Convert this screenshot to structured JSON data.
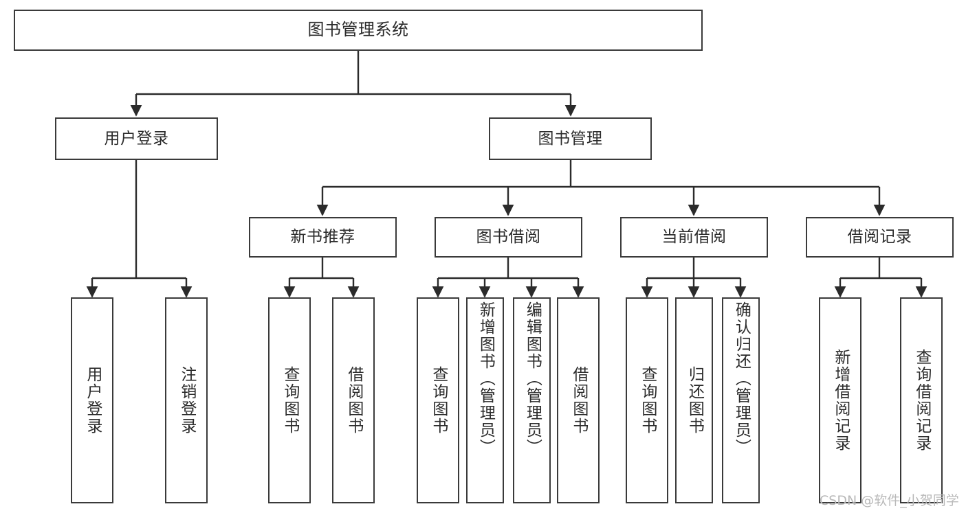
{
  "diagram": {
    "title": "图书管理系统",
    "type": "tree-hierarchy",
    "colors": {
      "box_border": "#3a3a3a",
      "box_fill": "#ffffff",
      "edge": "#2b2b2b",
      "text": "#2b2b2b",
      "watermark": "#b9b9b9",
      "background": "#ffffff"
    }
  },
  "nodes": {
    "root": {
      "label": "图书管理系统"
    },
    "level2": [
      {
        "id": "user-login",
        "label": "用户登录"
      },
      {
        "id": "book-manage",
        "label": "图书管理"
      }
    ],
    "level3": [
      {
        "id": "new-book-rec",
        "label": "新书推荐"
      },
      {
        "id": "book-borrow",
        "label": "图书借阅"
      },
      {
        "id": "current-borrow",
        "label": "当前借阅"
      },
      {
        "id": "borrow-record",
        "label": "借阅记录"
      }
    ],
    "leaves": [
      {
        "id": "leaf-user-login",
        "parent": "user-login",
        "label": "用户登录"
      },
      {
        "id": "leaf-logout",
        "parent": "user-login",
        "label": "注销登录"
      },
      {
        "id": "leaf-query-book-1",
        "parent": "new-book-rec",
        "label": "查询图书"
      },
      {
        "id": "leaf-borrow-book-1",
        "parent": "new-book-rec",
        "label": "借阅图书"
      },
      {
        "id": "leaf-query-book-2",
        "parent": "book-borrow",
        "label": "查询图书"
      },
      {
        "id": "leaf-add-book",
        "parent": "book-borrow",
        "label": "新增图书（管理员）"
      },
      {
        "id": "leaf-edit-book",
        "parent": "book-borrow",
        "label": "编辑图书（管理员）"
      },
      {
        "id": "leaf-borrow-book-2",
        "parent": "book-borrow",
        "label": "借阅图书"
      },
      {
        "id": "leaf-query-book-3",
        "parent": "current-borrow",
        "label": "查询图书"
      },
      {
        "id": "leaf-return-book",
        "parent": "current-borrow",
        "label": "归还图书"
      },
      {
        "id": "leaf-confirm-return",
        "parent": "current-borrow",
        "label": "确认归还（管理员）"
      },
      {
        "id": "leaf-add-record",
        "parent": "borrow-record",
        "label": "新增借阅记录"
      },
      {
        "id": "leaf-query-record",
        "parent": "borrow-record",
        "label": "查询借阅记录"
      }
    ]
  },
  "watermark": {
    "text": "CSDN @软件_小贺同学"
  }
}
